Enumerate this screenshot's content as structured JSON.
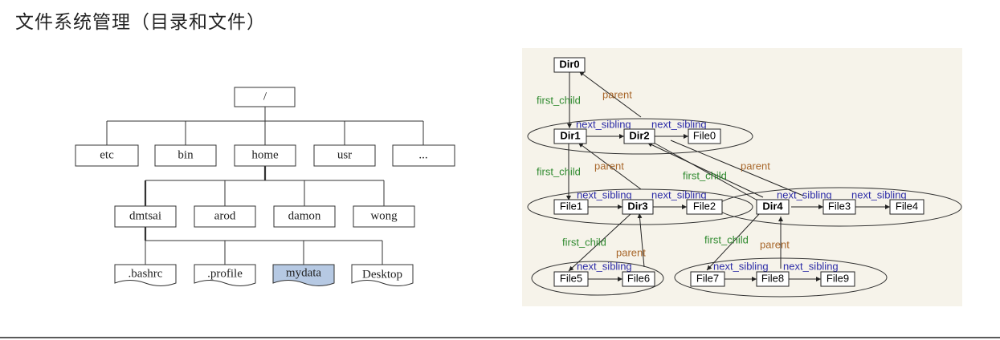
{
  "page": {
    "title": "文件系统管理（目录和文件）"
  },
  "tree": {
    "root": "/",
    "level1": [
      "etc",
      "bin",
      "home",
      "usr",
      "..."
    ],
    "level2": [
      "dmtsai",
      "arod",
      "damon",
      "wong"
    ],
    "level3": [
      ".bashrc",
      ".profile",
      "mydata",
      "Desktop"
    ],
    "highlight_color": "#b6c9e3"
  },
  "graph": {
    "nodes": {
      "dir0": "Dir0",
      "dir1": "Dir1",
      "dir2": "Dir2",
      "dir3": "Dir3",
      "dir4": "Dir4",
      "file0": "File0",
      "file1": "File1",
      "file2": "File2",
      "file3": "File3",
      "file4": "File4",
      "file5": "File5",
      "file6": "File6",
      "file7": "File7",
      "file8": "File8",
      "file9": "File9"
    },
    "labels": {
      "first_child": "first_child",
      "parent": "parent",
      "next_sibling": "next_sibling"
    },
    "colors": {
      "first_child": "#2f8a2f",
      "parent": "#a8672b",
      "next_sibling": "#2c2ca8",
      "background": "#f6f3ea"
    }
  }
}
